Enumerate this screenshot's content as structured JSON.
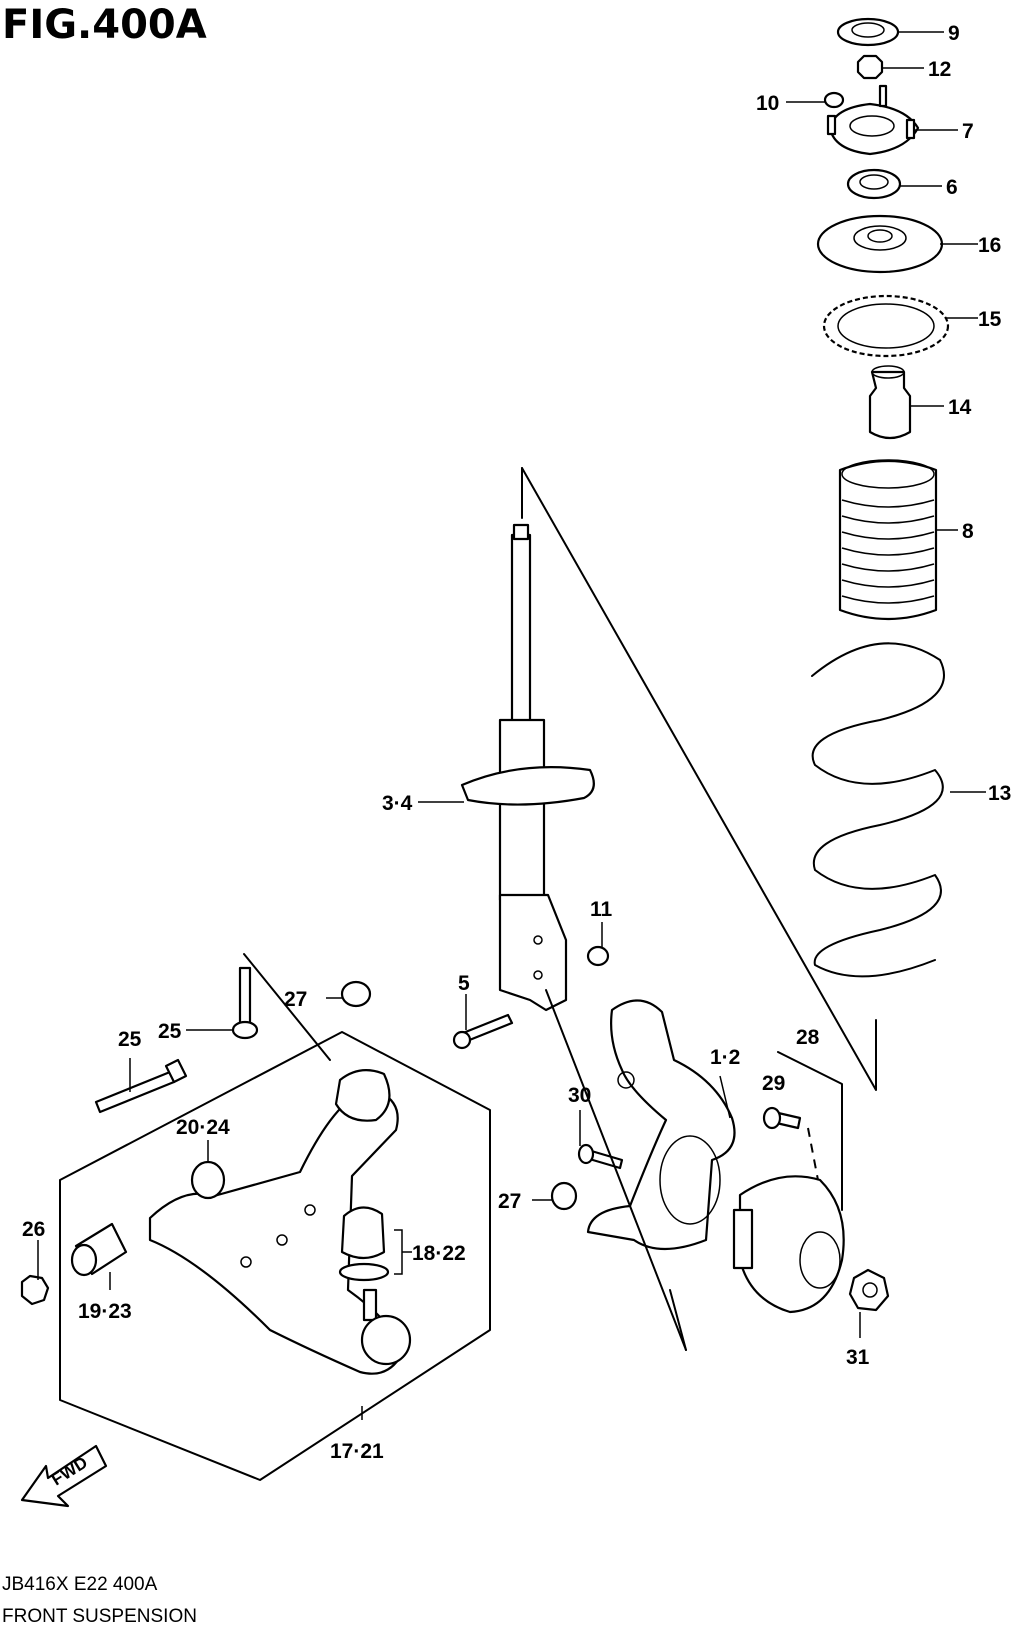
{
  "figure": {
    "title": "FIG.400A",
    "code": "JB416X E22 400A",
    "caption": "FRONT SUSPENSION"
  },
  "fwd_label": "FWD",
  "callouts": {
    "c9": "9",
    "c12": "12",
    "c10": "10",
    "c7": "7",
    "c6": "6",
    "c16": "16",
    "c15": "15",
    "c14": "14",
    "c8": "8",
    "c13": "13",
    "c34": "3·4",
    "c11": "11",
    "c5": "5",
    "c27a": "27",
    "c25a": "25",
    "c25b": "25",
    "c28": "28",
    "c12b": "1·2",
    "c29": "29",
    "c30": "30",
    "c2024": "20·24",
    "c27b": "27",
    "c26": "26",
    "c1822": "18·22",
    "c1923": "19·23",
    "c31": "31",
    "c1721": "17·21"
  }
}
